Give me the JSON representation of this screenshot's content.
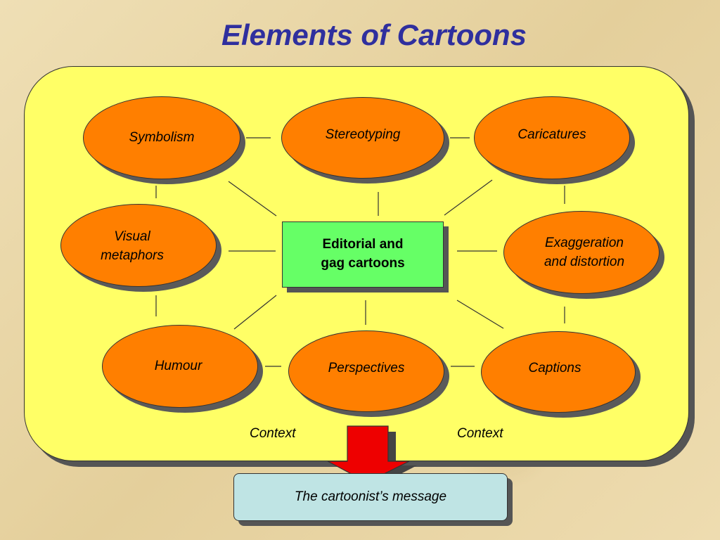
{
  "title": "Elements of Cartoons",
  "center": {
    "label": "Editorial and\ngag cartoons",
    "fill": "#66ff66"
  },
  "nodes": {
    "symbolism": "Symbolism",
    "stereotyping": "Stereotyping",
    "caricatures": "Caricatures",
    "visual_metaphors": "Visual\nmetaphors",
    "exaggeration": "Exaggeration\nand distortion",
    "humour": "Humour",
    "perspectives": "Perspectives",
    "captions": "Captions"
  },
  "context_left": "Context",
  "context_right": "Context",
  "message": "The cartoonist’s message",
  "colors": {
    "title": "#2f2f9e",
    "panel": "#ffff66",
    "ellipse": "#ff7f00",
    "arrow": "#ee0000",
    "message_box": "#bfe4e4"
  }
}
